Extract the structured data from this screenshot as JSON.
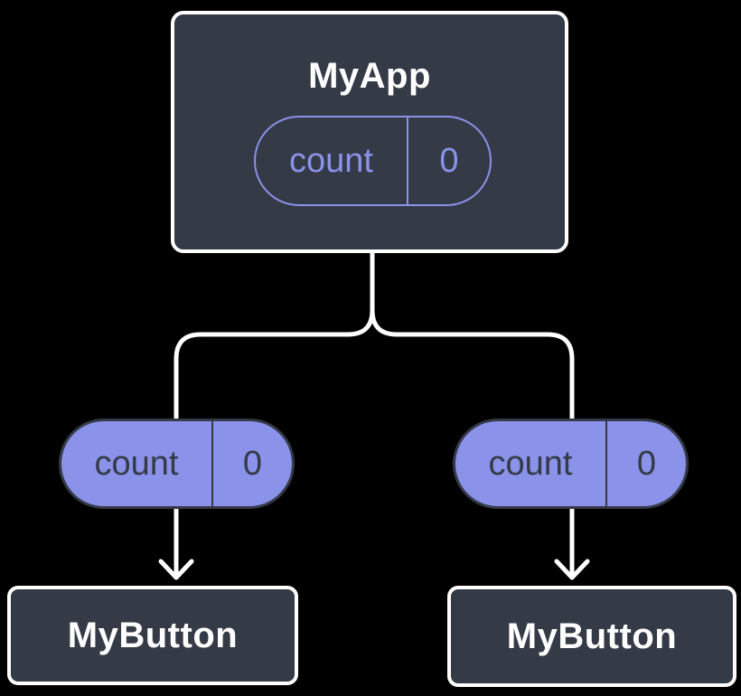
{
  "diagram": {
    "description": "React component tree diagram: parent component holding state passed as props to two child components",
    "colors": {
      "background": "#000000",
      "card_bg": "#343A46",
      "card_border": "#FFFFFF",
      "accent_purple": "#8A92E9",
      "pill_dark": "#343A46",
      "text_light": "#FFFFFF",
      "connector": "#FFFFFF"
    },
    "root": {
      "title": "MyApp",
      "state_pill": {
        "name": "count",
        "value": "0"
      }
    },
    "children": [
      {
        "title": "MyButton",
        "prop_pill": {
          "name": "count",
          "value": "0"
        }
      },
      {
        "title": "MyButton",
        "prop_pill": {
          "name": "count",
          "value": "0"
        }
      }
    ]
  }
}
